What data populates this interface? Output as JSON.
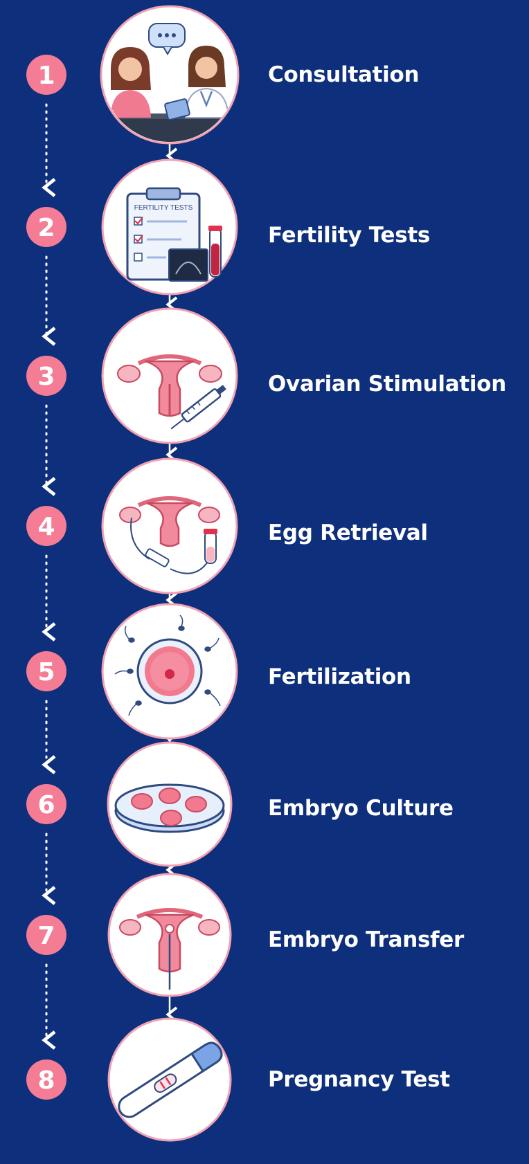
{
  "colors": {
    "background": "#0e2f7c",
    "badge": "#f47c95",
    "badge_text": "#ffffff",
    "label_text": "#ffffff",
    "circle_fill": "#ffffff",
    "circle_border": "#f2a3b3",
    "connector": "#ffffff"
  },
  "steps": [
    {
      "number": "1",
      "label": "Consultation",
      "icon": "consultation-icon"
    },
    {
      "number": "2",
      "label": "Fertility Tests",
      "icon": "fertility-tests-clipboard-icon",
      "icon_text": "FERTILITY TESTS"
    },
    {
      "number": "3",
      "label": "Ovarian Stimulation",
      "icon": "uterus-syringe-icon"
    },
    {
      "number": "4",
      "label": "Egg Retrieval",
      "icon": "uterus-needle-tube-icon"
    },
    {
      "number": "5",
      "label": "Fertilization",
      "icon": "egg-sperm-icon"
    },
    {
      "number": "6",
      "label": "Embryo Culture",
      "icon": "petri-dish-embryos-icon"
    },
    {
      "number": "7",
      "label": "Embryo Transfer",
      "icon": "uterus-catheter-icon"
    },
    {
      "number": "8",
      "label": "Pregnancy Test",
      "icon": "pregnancy-test-icon"
    }
  ]
}
